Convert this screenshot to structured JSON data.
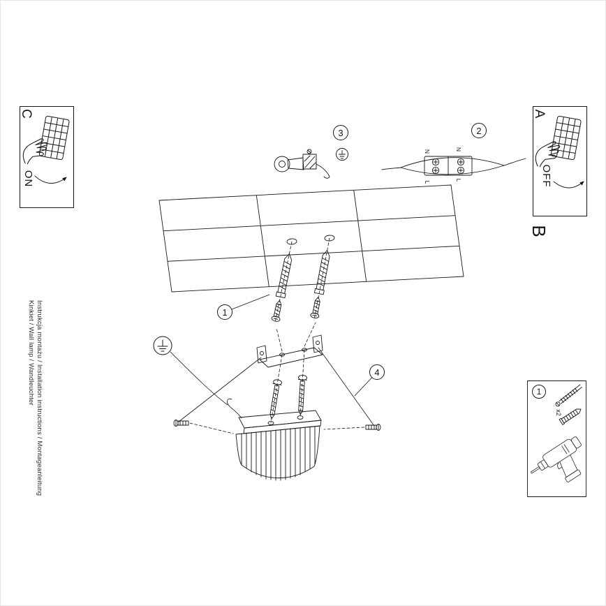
{
  "sheet": {
    "footer": {
      "line1": "Instrukcja montażu / Installation instructions / Montageanleitung",
      "line2": "Kinkiet / Wall lamp / Wandleuchter"
    },
    "badges": {
      "step1": "1",
      "step2": "2",
      "step3": "3",
      "step4": "4",
      "kit": "1"
    },
    "panels": {
      "a": "A",
      "b": "B",
      "c": "C",
      "on": "ON",
      "off": "OFF"
    },
    "wiring": {
      "n_left": "N",
      "n_right": "N",
      "l_left": "L",
      "l_right": "L"
    },
    "kit": {
      "plug_qty": "x2"
    }
  }
}
